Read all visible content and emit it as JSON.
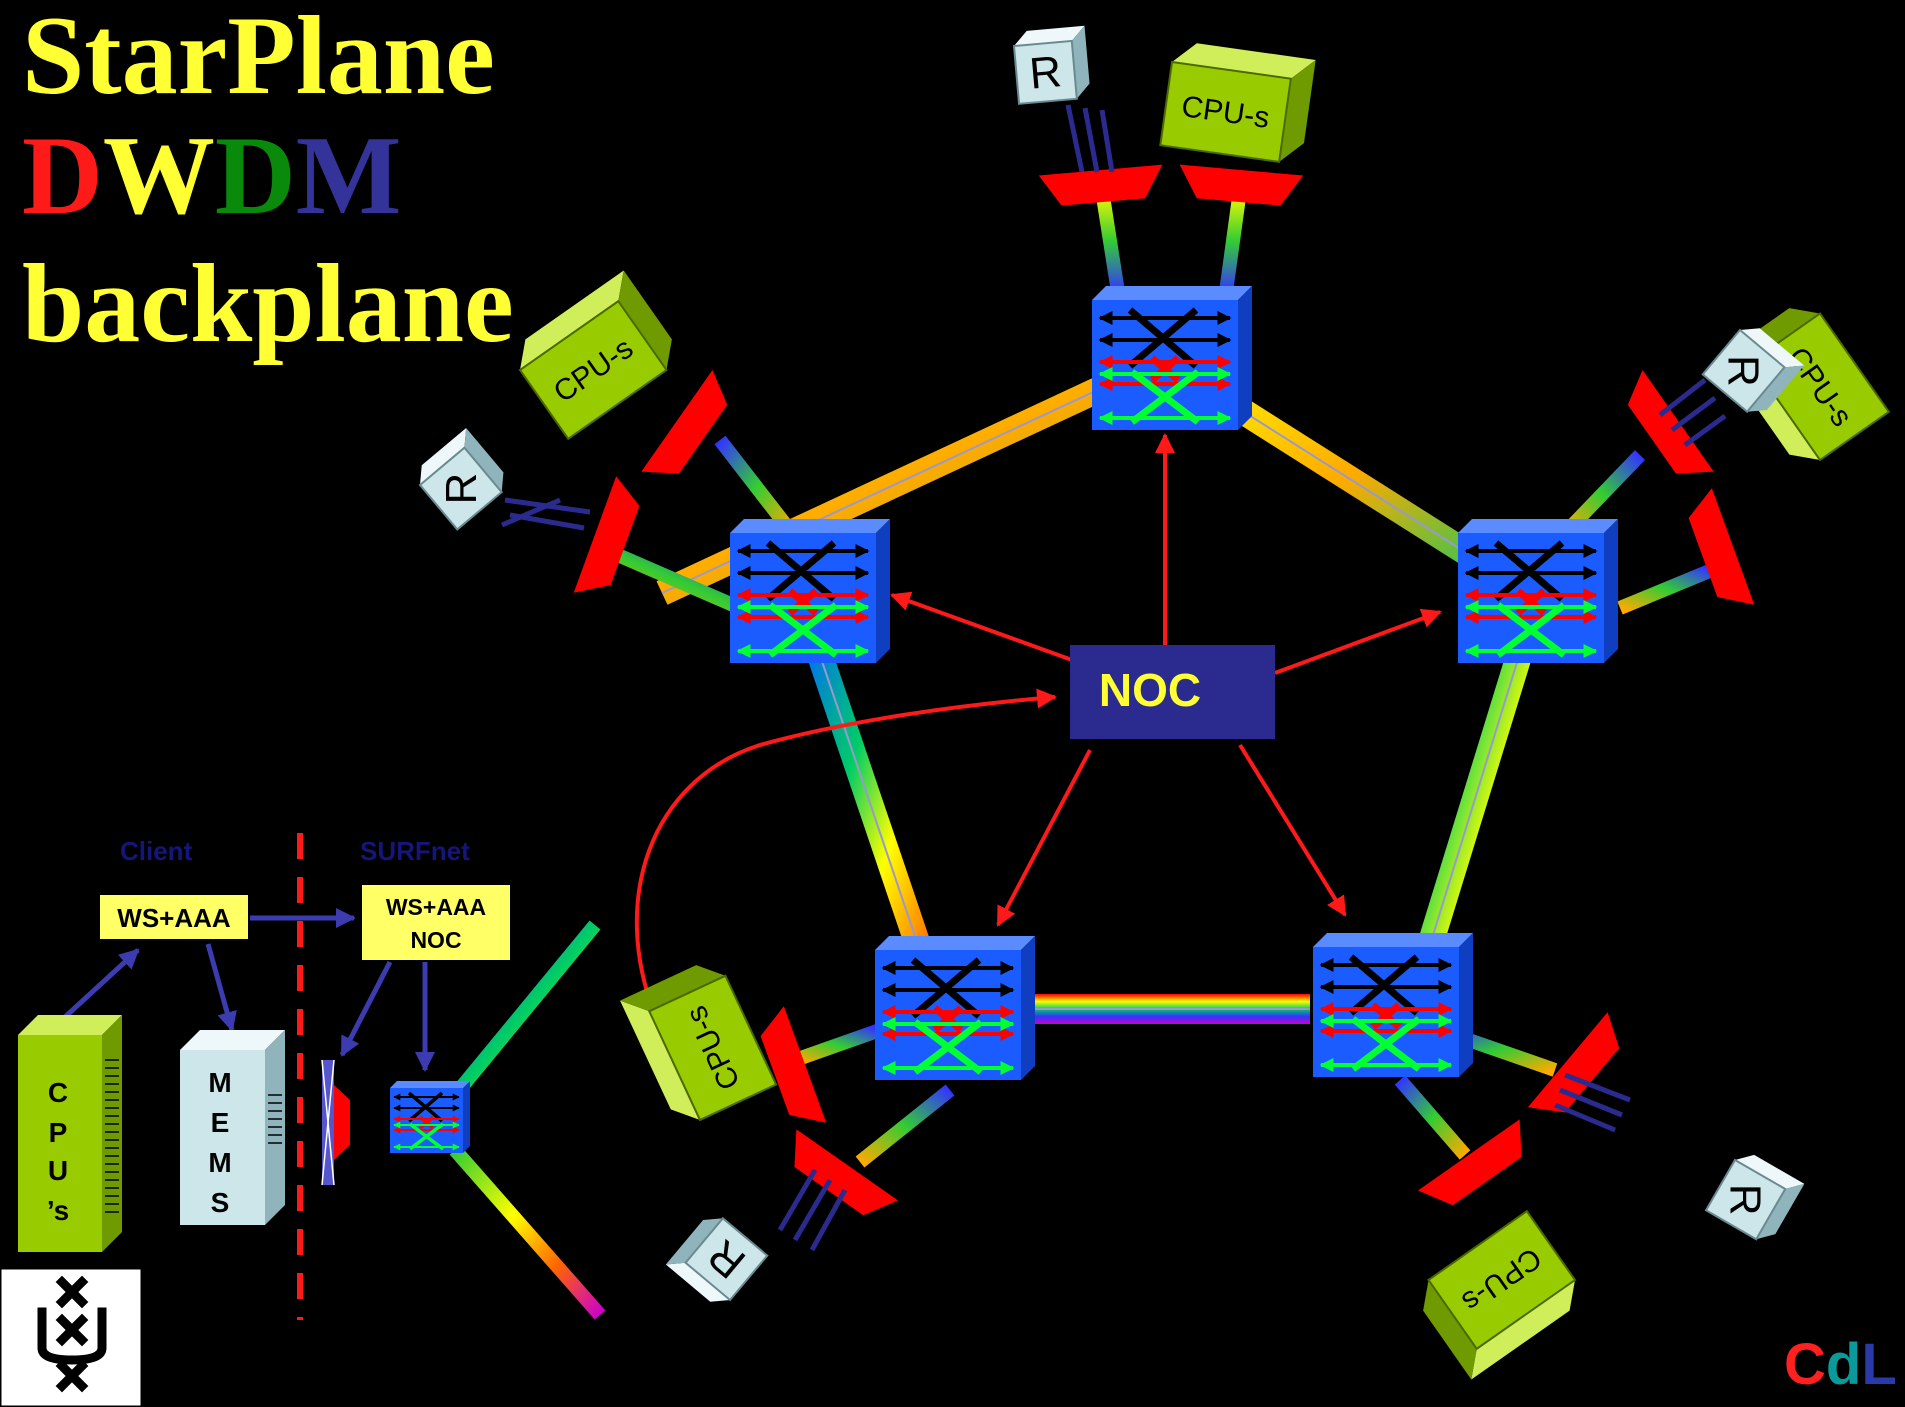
{
  "title": {
    "line1": "StarPlane",
    "line2": [
      "D",
      "W",
      "D",
      "M"
    ],
    "line3": "backplane"
  },
  "noc_label": "NOC",
  "cpu_label": "CPU-s",
  "router_label": "R",
  "inset": {
    "client_label": "Client",
    "surfnet_label": "SURFnet",
    "ws_aaa": "WS+AAA",
    "ws_aaa_noc": [
      "WS+AAA",
      "NOC"
    ],
    "cpus_vertical": [
      "C",
      "P",
      "U",
      "’s"
    ],
    "mems_vertical": [
      "M",
      "E",
      "M",
      "S"
    ]
  },
  "cdl_logo": [
    "C",
    "d",
    "L"
  ],
  "colors": {
    "title_yellow": "#ffff33",
    "switch_blue": "#1a5cff",
    "noc_box": "#2b2b8f",
    "cpu_green": "#99cc00",
    "router_lightblue": "#cde6ea",
    "arrow_red": "#ff1a1a"
  },
  "icons": [
    "uva-logo",
    "optical-switch-icon",
    "cpu-box-icon",
    "router-box-icon",
    "mux-icon"
  ]
}
